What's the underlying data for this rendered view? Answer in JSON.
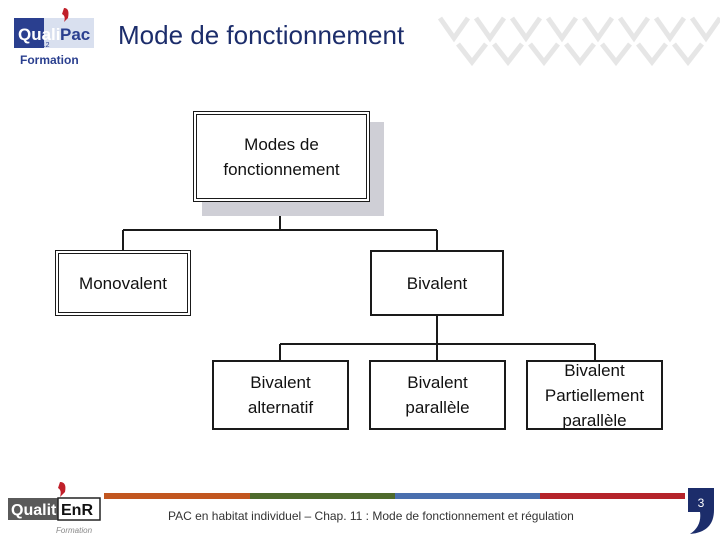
{
  "header": {
    "title": "Mode de fonctionnement",
    "logo_quali": "Quali",
    "logo_pac": "Pac",
    "logo_year": "2012",
    "logo_formation": "Formation"
  },
  "diagram": {
    "root": "Modes de fonctionnement",
    "level1": [
      "Monovalent",
      "Bivalent"
    ],
    "level2": [
      "Bivalent alternatif",
      "Bivalent parallèle",
      "Bivalent Partiellement parallèle"
    ]
  },
  "footer": {
    "text": "PAC en habitat individuel – Chap. 11 : Mode de fonctionnement et régulation",
    "page_number": "3",
    "logo_quali": "Qualit",
    "logo_enr": "EnR",
    "logo_formation": "Formation",
    "line_colors": [
      "#c2561f",
      "#4e6a2c",
      "#4a6fae",
      "#8c3a7a",
      "#b5232a"
    ]
  },
  "colors": {
    "title": "#1c2d6b",
    "logo_blue": "#2a3f8f",
    "logo_red": "#c0202a"
  }
}
